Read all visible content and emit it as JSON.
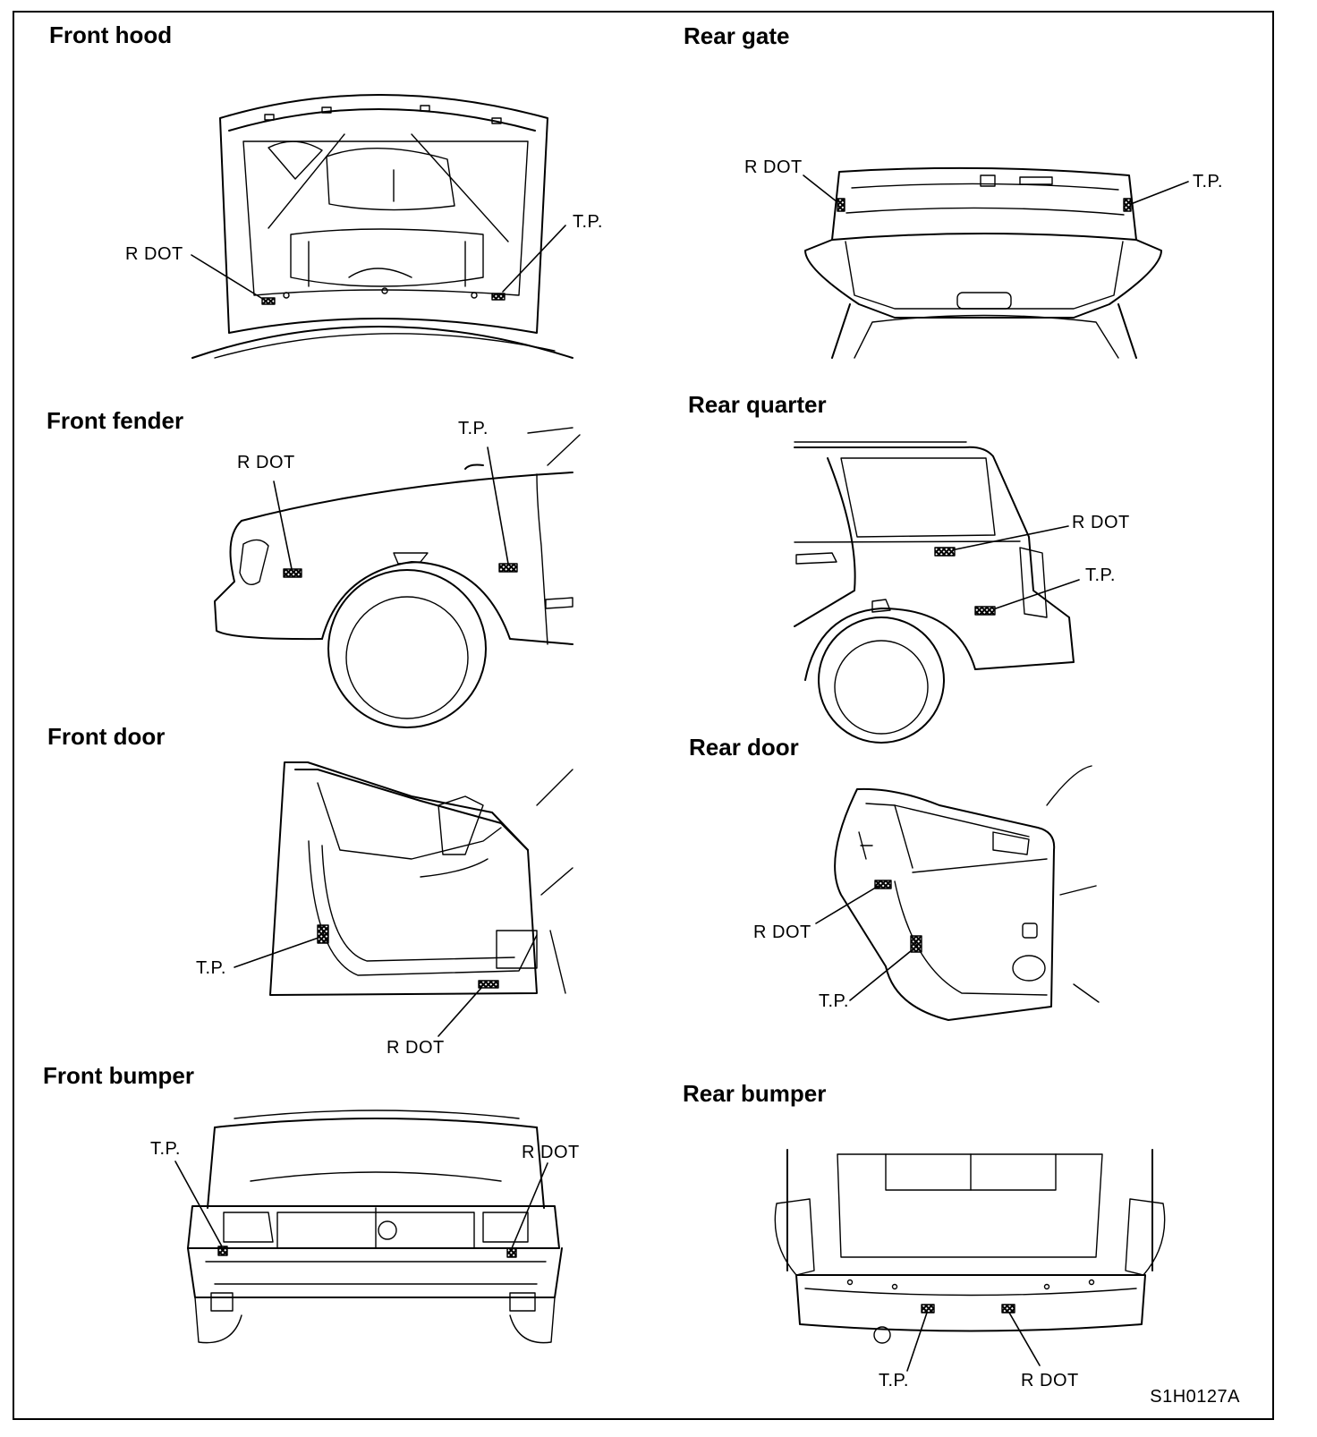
{
  "figure": {
    "code": "S1H0127A",
    "panels": {
      "front_hood": {
        "title": "Front hood",
        "labels": {
          "r_dot": "R DOT",
          "tp": "T.P."
        }
      },
      "rear_gate": {
        "title": "Rear gate",
        "labels": {
          "r_dot": "R DOT",
          "tp": "T.P."
        }
      },
      "front_fender": {
        "title": "Front fender",
        "labels": {
          "r_dot": "R DOT",
          "tp": "T.P."
        }
      },
      "rear_quarter": {
        "title": "Rear quarter",
        "labels": {
          "r_dot": "R DOT",
          "tp": "T.P."
        }
      },
      "front_door": {
        "title": "Front door",
        "labels": {
          "r_dot": "R DOT",
          "tp": "T.P."
        }
      },
      "rear_door": {
        "title": "Rear door",
        "labels": {
          "r_dot": "R DOT",
          "tp": "T.P."
        }
      },
      "front_bumper": {
        "title": "Front bumper",
        "labels": {
          "r_dot": "R DOT",
          "tp": "T.P."
        }
      },
      "rear_bumper": {
        "title": "Rear bumper",
        "labels": {
          "r_dot": "R DOT",
          "tp": "T.P."
        }
      }
    }
  }
}
